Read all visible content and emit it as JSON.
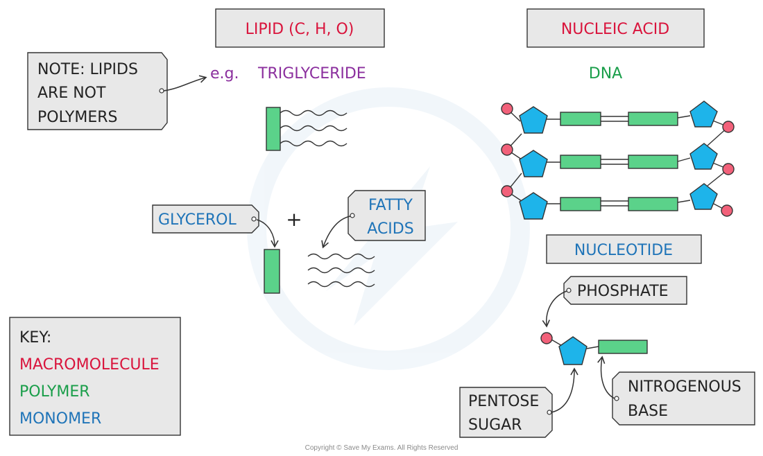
{
  "colors": {
    "macromolecule": "#d9143c",
    "polymer": "#1a9e4a",
    "monomer": "#1f74b8",
    "example": "#8b2f9e",
    "box_fill": "#e8e8e8",
    "box_stroke": "#333333",
    "green_fill": "#5bd28a",
    "blue_fill": "#1eb4ea",
    "red_fill": "#f2617a"
  },
  "lipid": {
    "title": "LIPID (C, H, O)",
    "eg_prefix": "e.g.",
    "example": "TRIGLYCERIDE",
    "note_lines": [
      "NOTE: LIPIDS",
      "ARE NOT",
      "POLYMERS"
    ],
    "glycerol_label": "GLYCEROL",
    "plus": "+",
    "fatty_lines": [
      "FATTY",
      "ACIDS"
    ]
  },
  "nucleic": {
    "title": "NUCLEIC  ACID",
    "example": "DNA",
    "nucleotide_title": "NUCLEOTIDE",
    "phosphate_label": "PHOSPHATE",
    "pentose_lines": [
      "PENTOSE",
      "SUGAR"
    ],
    "base_lines": [
      "NITROGENOUS",
      "BASE"
    ]
  },
  "key": {
    "heading": "KEY:",
    "items": [
      "MACROMOLECULE",
      "POLYMER",
      "MONOMER"
    ]
  },
  "copyright": "Copyright © Save My Exams. All Rights Reserved"
}
